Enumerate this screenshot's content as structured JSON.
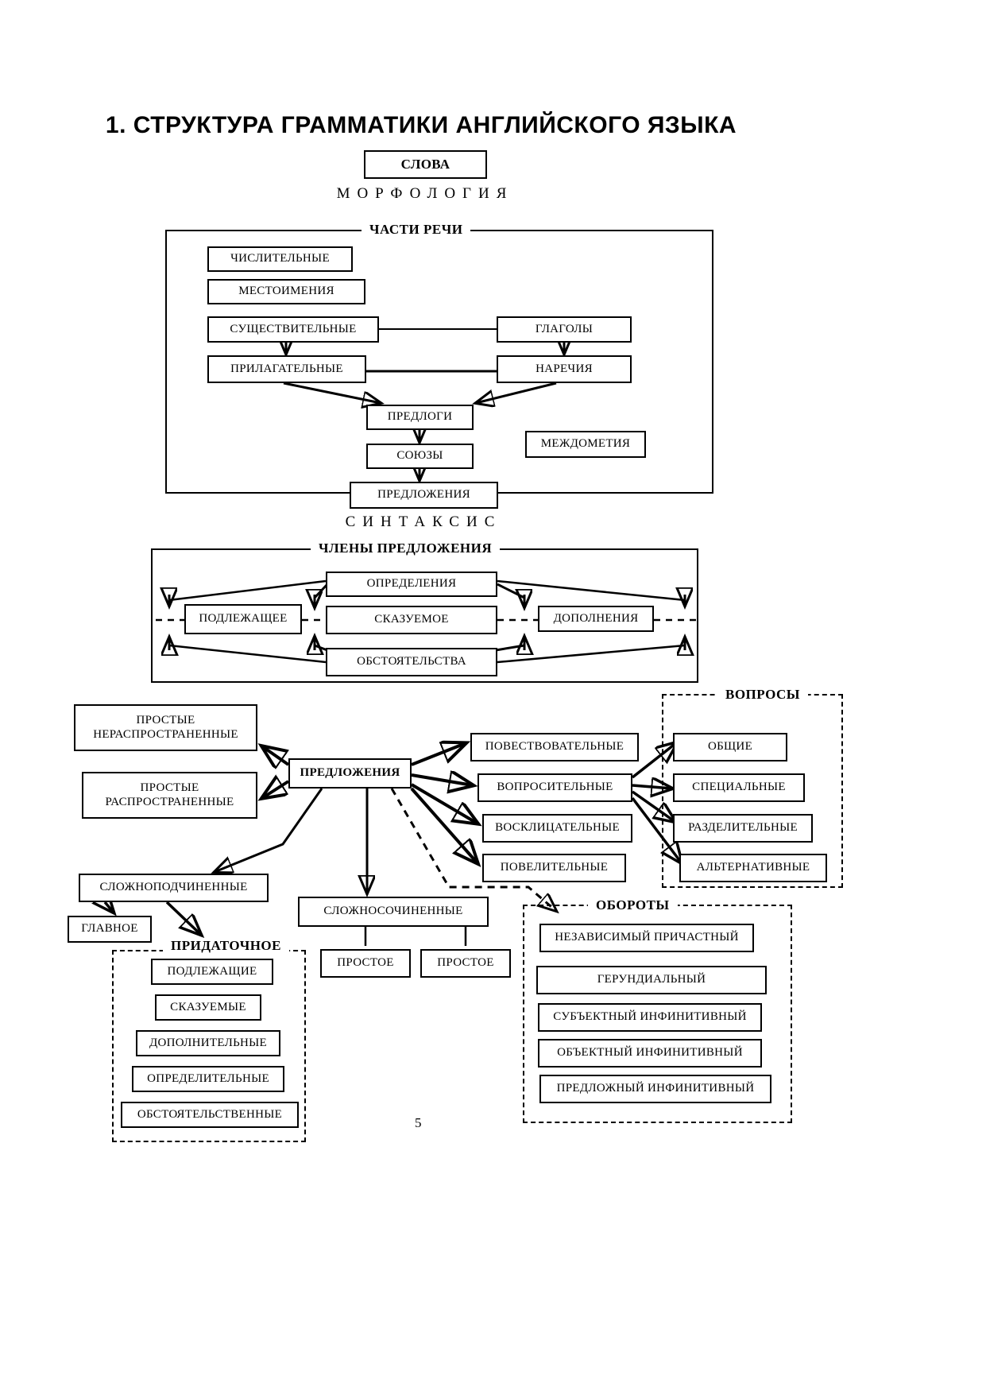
{
  "page": {
    "title": "1. СТРУКТУРА  ГРАММАТИКИ  АНГЛИЙСКОГО  ЯЗЫКА",
    "number": "5"
  },
  "top": {
    "words_box": "СЛОВА",
    "morphology_heading": "МОРФОЛОГИЯ",
    "syntax_heading": "СИНТАКСИС"
  },
  "parts_of_speech": {
    "frame_label": "ЧАСТИ РЕЧИ",
    "numerals": "ЧИСЛИТЕЛЬНЫЕ",
    "pronouns": "МЕСТОИМЕНИЯ",
    "nouns": "СУЩЕСТВИТЕЛЬНЫЕ",
    "verbs": "ГЛАГОЛЫ",
    "adjectives": "ПРИЛАГАТЕЛЬНЫЕ",
    "adverbs": "НАРЕЧИЯ",
    "prepositions": "ПРЕДЛОГИ",
    "conjunctions": "СОЮЗЫ",
    "interjections": "МЕЖДОМЕТИЯ",
    "sentences": "ПРЕДЛОЖЕНИЯ"
  },
  "sentence_parts": {
    "frame_label": "ЧЛЕНЫ ПРЕДЛОЖЕНИЯ",
    "attributes": "ОПРЕДЕЛЕНИЯ",
    "subject": "ПОДЛЕЖАЩЕЕ",
    "predicate": "СКАЗУЕМОЕ",
    "objects": "ДОПОЛНЕНИЯ",
    "adverbials": "ОБСТОЯТЕЛЬСТВА"
  },
  "sentence_types": {
    "center": "ПРЕДЛОЖЕНИЯ",
    "simple_unextended_l1": "ПРОСТЫЕ",
    "simple_unextended_l2": "НЕРАСПРОСТРАНЕННЫЕ",
    "simple_extended_l1": "ПРОСТЫЕ",
    "simple_extended_l2": "РАСПРОСТРАНЕННЫЕ",
    "declarative": "ПОВЕСТВОВАТЕЛЬНЫЕ",
    "interrogative": "ВОПРОСИТЕЛЬНЫЕ",
    "exclamatory": "ВОСКЛИЦАТЕЛЬНЫЕ",
    "imperative": "ПОВЕЛИТЕЛЬНЫЕ",
    "complex": "СЛОЖНОПОДЧИНЕННЫЕ",
    "main_clause": "ГЛАВНОЕ",
    "compound": "СЛОЖНОСОЧИНЕННЫЕ",
    "compound_part_1": "ПРОСТОЕ",
    "compound_part_2": "ПРОСТОЕ"
  },
  "questions": {
    "frame_label": "ВОПРОСЫ",
    "items": [
      "ОБЩИЕ",
      "СПЕЦИАЛЬНЫЕ",
      "РАЗДЕЛИТЕЛЬНЫЕ",
      "АЛЬТЕРНАТИВНЫЕ"
    ]
  },
  "subordinate": {
    "frame_label": "ПРИДАТОЧНОЕ",
    "items": [
      "ПОДЛЕЖАЩИЕ",
      "СКАЗУЕМЫЕ",
      "ДОПОЛНИТЕЛЬНЫЕ",
      "ОПРЕДЕЛИТЕЛЬНЫЕ",
      "ОБСТОЯТЕЛЬСТВЕННЫЕ"
    ]
  },
  "constructions": {
    "frame_label": "ОБОРОТЫ",
    "items": [
      "НЕЗАВИСИМЫЙ ПРИЧАСТНЫЙ",
      "ГЕРУНДИАЛЬНЫЙ",
      "СУБЪЕКТНЫЙ ИНФИНИТИВНЫЙ",
      "ОБЪЕКТНЫЙ  ИНФИНИТИВНЫЙ",
      "ПРЕДЛОЖНЫЙ  ИНФИНИТИВНЫЙ"
    ]
  },
  "colors": {
    "ink": "#000000",
    "paper": "#ffffff"
  }
}
